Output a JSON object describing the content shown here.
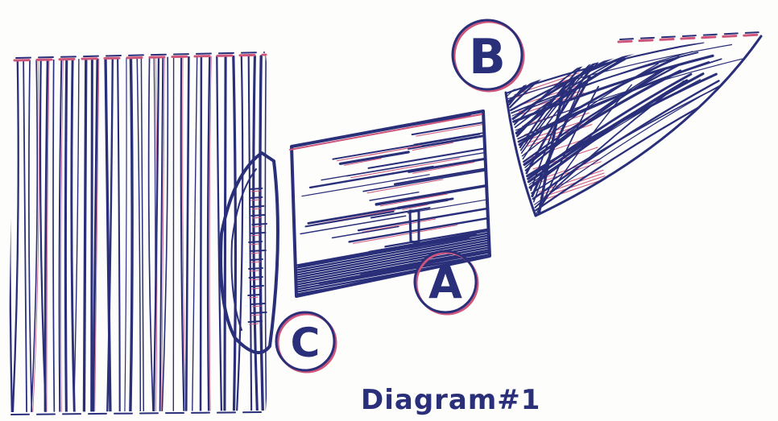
{
  "labels": {
    "a": "A",
    "b": "B",
    "c": "C"
  },
  "caption": "Diagram#1",
  "colors": {
    "ink": "#2a2f7a",
    "red": "#d0557a",
    "paper": "#fdfdfb"
  }
}
